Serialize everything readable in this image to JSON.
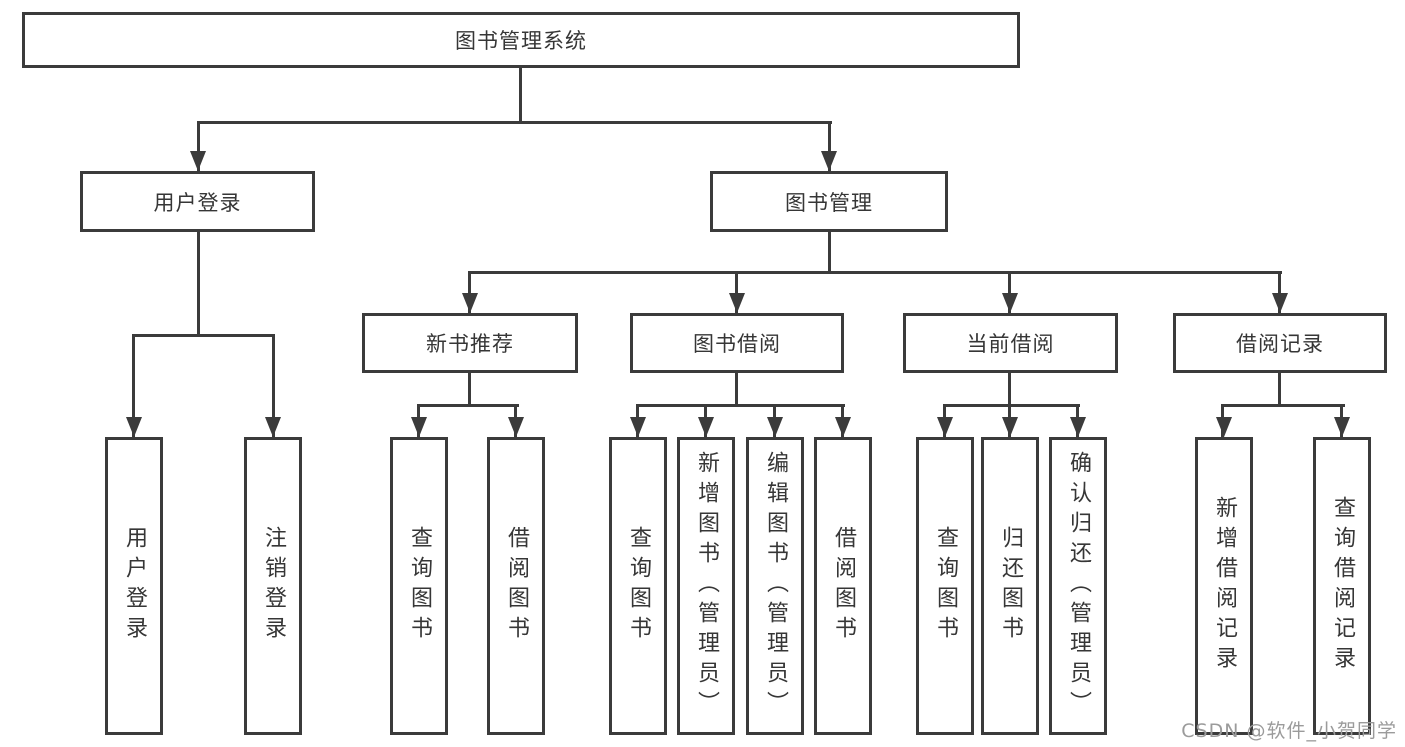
{
  "tree": {
    "root_label": "图书管理系统",
    "level1": [
      {
        "label": "用户登录",
        "children": [
          "用户登录",
          "注销登录"
        ]
      },
      {
        "label": "图书管理"
      }
    ],
    "level2": [
      {
        "label": "新书推荐",
        "children": [
          "查询图书",
          "借阅图书"
        ]
      },
      {
        "label": "图书借阅",
        "children": [
          "查询图书",
          "新增图书（管理员）",
          "编辑图书（管理员）",
          "借阅图书"
        ]
      },
      {
        "label": "当前借阅",
        "children": [
          "查询图书",
          "归还图书",
          "确认归还（管理员）"
        ]
      },
      {
        "label": "借阅记录",
        "children": [
          "新增借阅记录",
          "查询借阅记录"
        ]
      }
    ]
  },
  "watermark": {
    "text": "CSDN @软件_小贺同学"
  },
  "colors": {
    "line": "#3b3b3b",
    "text": "#363636",
    "background": "#ffffff",
    "watermark": "#9b9b9b"
  }
}
